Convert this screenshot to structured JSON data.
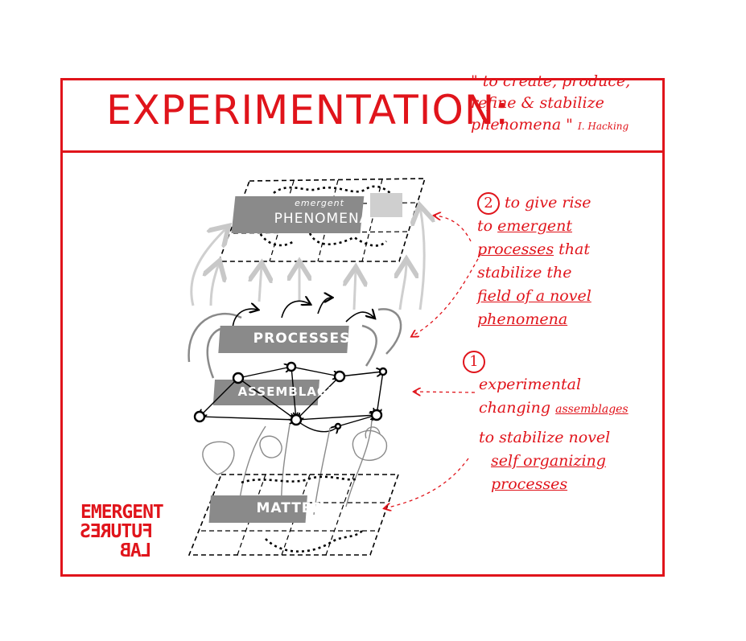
{
  "title": "EXPERIMENTATION:",
  "quote": {
    "line1": "\" to create, produce,",
    "line2": "refine & stabilize",
    "line3": "phenomena \"",
    "author": "I. Hacking"
  },
  "layers": {
    "top_small": "emergent",
    "top": "PHENOMENA",
    "processes": "PROCESSES",
    "assemblage": "ASSEMBLAGE",
    "matter": "MATTER"
  },
  "note2": {
    "number": "2",
    "line1": "to give rise",
    "line2a": "to ",
    "line2b": "emergent",
    "line3a": "processes",
    "line3b": " that",
    "line4": "stabilize the",
    "line5": "field of a novel",
    "line6": "phenomena"
  },
  "note1": {
    "number": "1",
    "line1": "experimental",
    "line2a": "changing ",
    "line2b": "assemblages"
  },
  "note3": {
    "line1": "to stabilize novel",
    "line2": "self organizing",
    "line3": "processes"
  },
  "logo": {
    "line1": "EMERGENT",
    "line2": "FUTURES",
    "line3": "LAB"
  },
  "colors": {
    "accent": "#e0141b",
    "gray": "#8a8a8a",
    "light_gray": "#cfcfcf"
  }
}
